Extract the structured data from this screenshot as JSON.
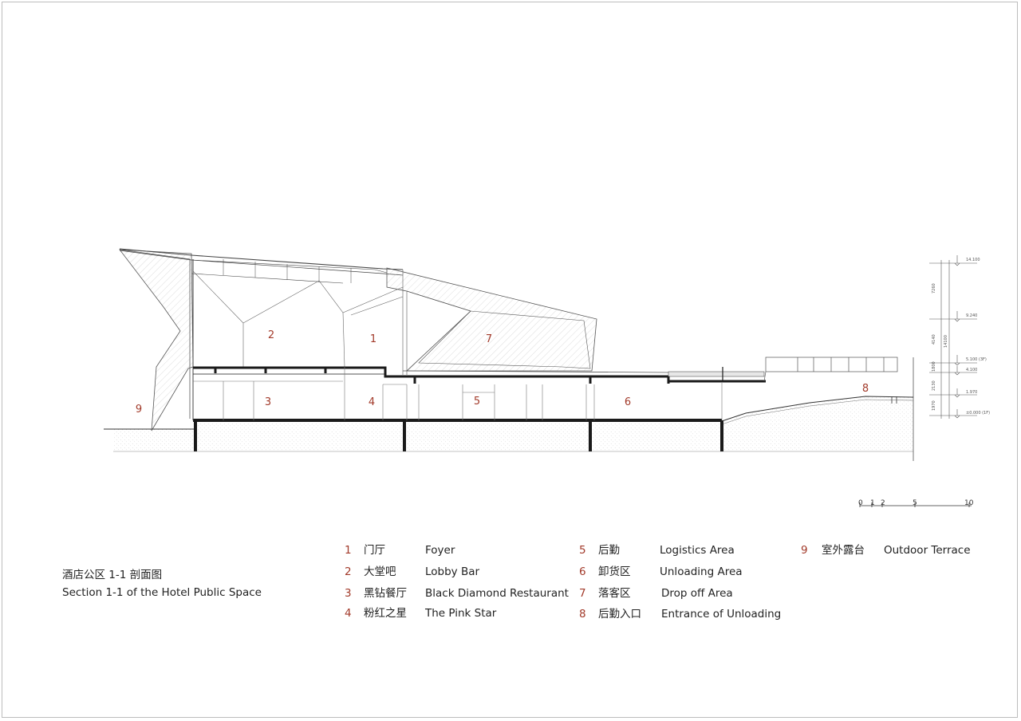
{
  "title": {
    "cn": "酒店公区 1-1 剖面图",
    "en": "Section 1-1 of the Hotel Public Space"
  },
  "zones": [
    "1",
    "2",
    "3",
    "4",
    "5",
    "6",
    "7",
    "8",
    "9"
  ],
  "legend": [
    {
      "num": "1",
      "cn": "门厅",
      "en": "Foyer"
    },
    {
      "num": "2",
      "cn": "大堂吧",
      "en": "Lobby Bar"
    },
    {
      "num": "3",
      "cn": "黑钻餐厅",
      "en": "Black Diamond Restaurant"
    },
    {
      "num": "4",
      "cn": "粉红之星",
      "en": "The Pink Star"
    },
    {
      "num": "5",
      "cn": "后勤",
      "en": "Logistics Area"
    },
    {
      "num": "6",
      "cn": "卸货区",
      "en": "Unloading  Area"
    },
    {
      "num": "7",
      "cn": "落客区",
      "en": "Drop off Area"
    },
    {
      "num": "8",
      "cn": "后勤入口",
      "en": "Entrance of Unloading"
    },
    {
      "num": "9",
      "cn": "室外露台",
      "en": "Outdoor Terrace"
    }
  ],
  "scale_bar": [
    "0",
    "1",
    "2",
    "5",
    "10"
  ],
  "levels": [
    "14.100",
    "9.240",
    "5.100 (3F)",
    "4.100",
    "1.970",
    "±0.000 (1F)"
  ],
  "dimensions": [
    "7260",
    "4140",
    "1800",
    "2130",
    "1970",
    "14100"
  ],
  "colors": {
    "accent": "#a23a2a",
    "line": "#333333"
  }
}
